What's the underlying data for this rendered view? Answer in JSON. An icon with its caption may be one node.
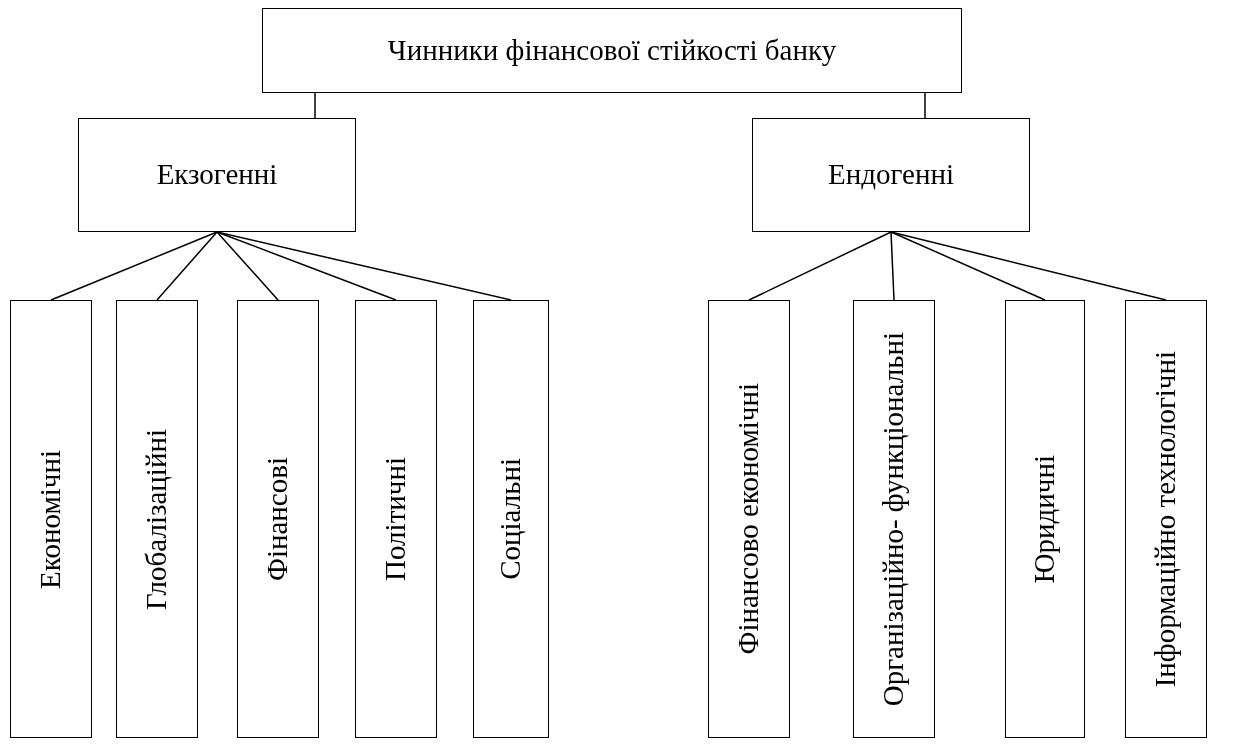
{
  "diagram": {
    "nodes": [
      {
        "text": [
          "Чинники фінансової стійкості банку"
        ]
      },
      {
        "text": [
          "Екзогенні"
        ]
      },
      {
        "text": [
          "Ендогенні"
        ]
      },
      {
        "text": [
          "Економічні"
        ]
      },
      {
        "text": [
          "Глобалізаційні"
        ]
      },
      {
        "text": [
          "Фінансові"
        ]
      },
      {
        "text": [
          "Політичні"
        ]
      },
      {
        "text": [
          "Соціальні"
        ]
      },
      {
        "text": [
          "Фінансово економічні"
        ]
      },
      {
        "text": [
          "Організаційно- функціональні"
        ]
      },
      {
        "text": [
          "Юридичні"
        ]
      },
      {
        "text": [
          "Інформаційно технологічні"
        ]
      }
    ],
    "edges": [
      {
        "from": 0,
        "to": 1,
        "arrow": "none"
      },
      {
        "from": 0,
        "to": 2,
        "arrow": "none"
      },
      {
        "from": 1,
        "to": 3,
        "arrow": "none"
      },
      {
        "from": 1,
        "to": 4,
        "arrow": "none"
      },
      {
        "from": 1,
        "to": 5,
        "arrow": "none"
      },
      {
        "from": 1,
        "to": 6,
        "arrow": "none"
      },
      {
        "from": 1,
        "to": 7,
        "arrow": "none"
      },
      {
        "from": 2,
        "to": 8,
        "arrow": "none"
      },
      {
        "from": 2,
        "to": 9,
        "arrow": "none"
      },
      {
        "from": 2,
        "to": 10,
        "arrow": "none"
      },
      {
        "from": 2,
        "to": 11,
        "arrow": "none"
      }
    ]
  }
}
